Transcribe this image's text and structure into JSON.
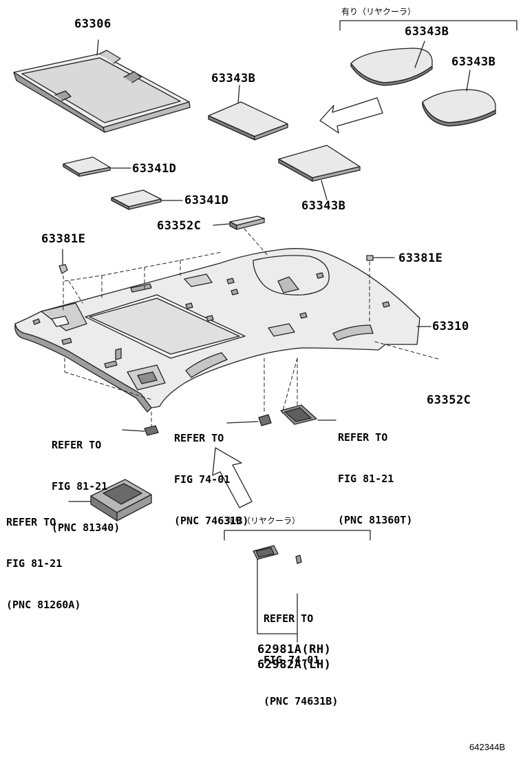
{
  "parts": {
    "p63306": "63306",
    "p63343b_top_right": "63343B",
    "p63343b_right": "63343B",
    "p63343b_mid": "63343B",
    "p63343b_lower": "63343B",
    "p63341d_a": "63341D",
    "p63341d_b": "63341D",
    "p63352c_top": "63352C",
    "p63352c_bottom": "63352C",
    "p63381e_left": "63381E",
    "p63381e_right": "63381E",
    "p63310": "63310",
    "p62981a": "62981A(RH)",
    "p62982a": "62982A(LH)"
  },
  "notes": {
    "rear_cooler_top": "有り（リヤクーラ）",
    "rear_cooler_bottom": "有り（リヤクーラ）"
  },
  "references": {
    "ref_81340": {
      "line1": "REFER TO",
      "line2": "FIG 81-21",
      "line3": "(PNC 81340)"
    },
    "ref_74631b_mid": {
      "line1": "REFER TO",
      "line2": "FIG 74-01",
      "line3": "(PNC 74631B)"
    },
    "ref_81360t": {
      "line1": "REFER TO",
      "line2": "FIG 81-21",
      "line3": "(PNC 81360T)"
    },
    "ref_81260a": {
      "line1": "REFER TO",
      "line2": "FIG 81-21",
      "line3": "(PNC 81260A)"
    },
    "ref_74631b_low": {
      "line1": "REFER TO",
      "line2": "FIG 74-01",
      "line3": "(PNC 74631B)"
    }
  },
  "diagram_code": "642344B",
  "colors": {
    "line": "#222222",
    "fill_light": "#ebebeb",
    "fill_mid": "#d2d2d2",
    "fill_dark": "#8a8a8a"
  }
}
